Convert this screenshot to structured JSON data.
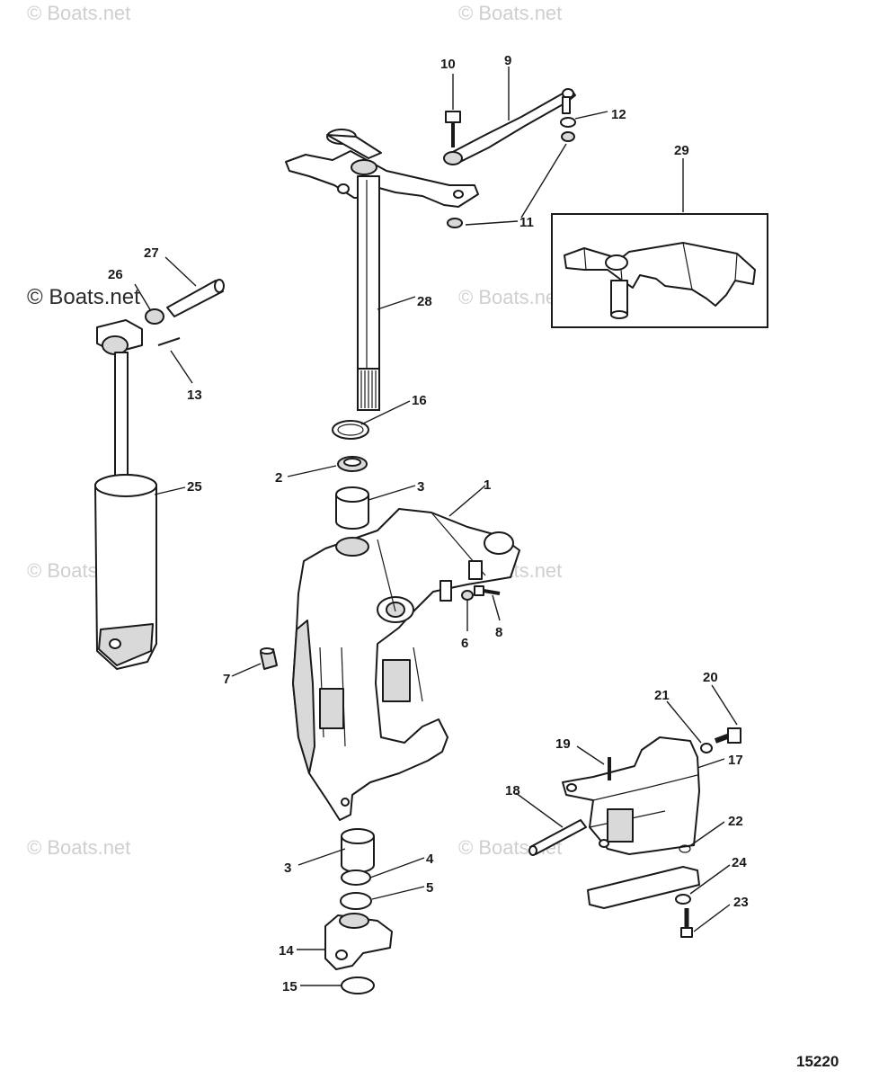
{
  "watermarks": {
    "top_left": "© Boats.net",
    "top_center": "© Boats.net",
    "mid_left": "© Boats.net",
    "mid_center": "© Boats.net",
    "lower_left": "© Boats.net",
    "lower_center": "© Boats.net",
    "bottom_left": "© Boats.net",
    "bottom_center": "© Boats.net"
  },
  "diagram_number": "15220",
  "callouts": {
    "c1": "1",
    "c2": "2",
    "c3a": "3",
    "c3b": "3",
    "c4": "4",
    "c5": "5",
    "c6": "6",
    "c7": "7",
    "c8": "8",
    "c9": "9",
    "c10": "10",
    "c11": "11",
    "c12": "12",
    "c13": "13",
    "c14": "14",
    "c15": "15",
    "c16": "16",
    "c17": "17",
    "c18": "18",
    "c19": "19",
    "c20": "20",
    "c21": "21",
    "c22": "22",
    "c23": "23",
    "c24": "24",
    "c25": "25",
    "c26": "26",
    "c27": "27",
    "c28": "28",
    "c29": "29"
  }
}
